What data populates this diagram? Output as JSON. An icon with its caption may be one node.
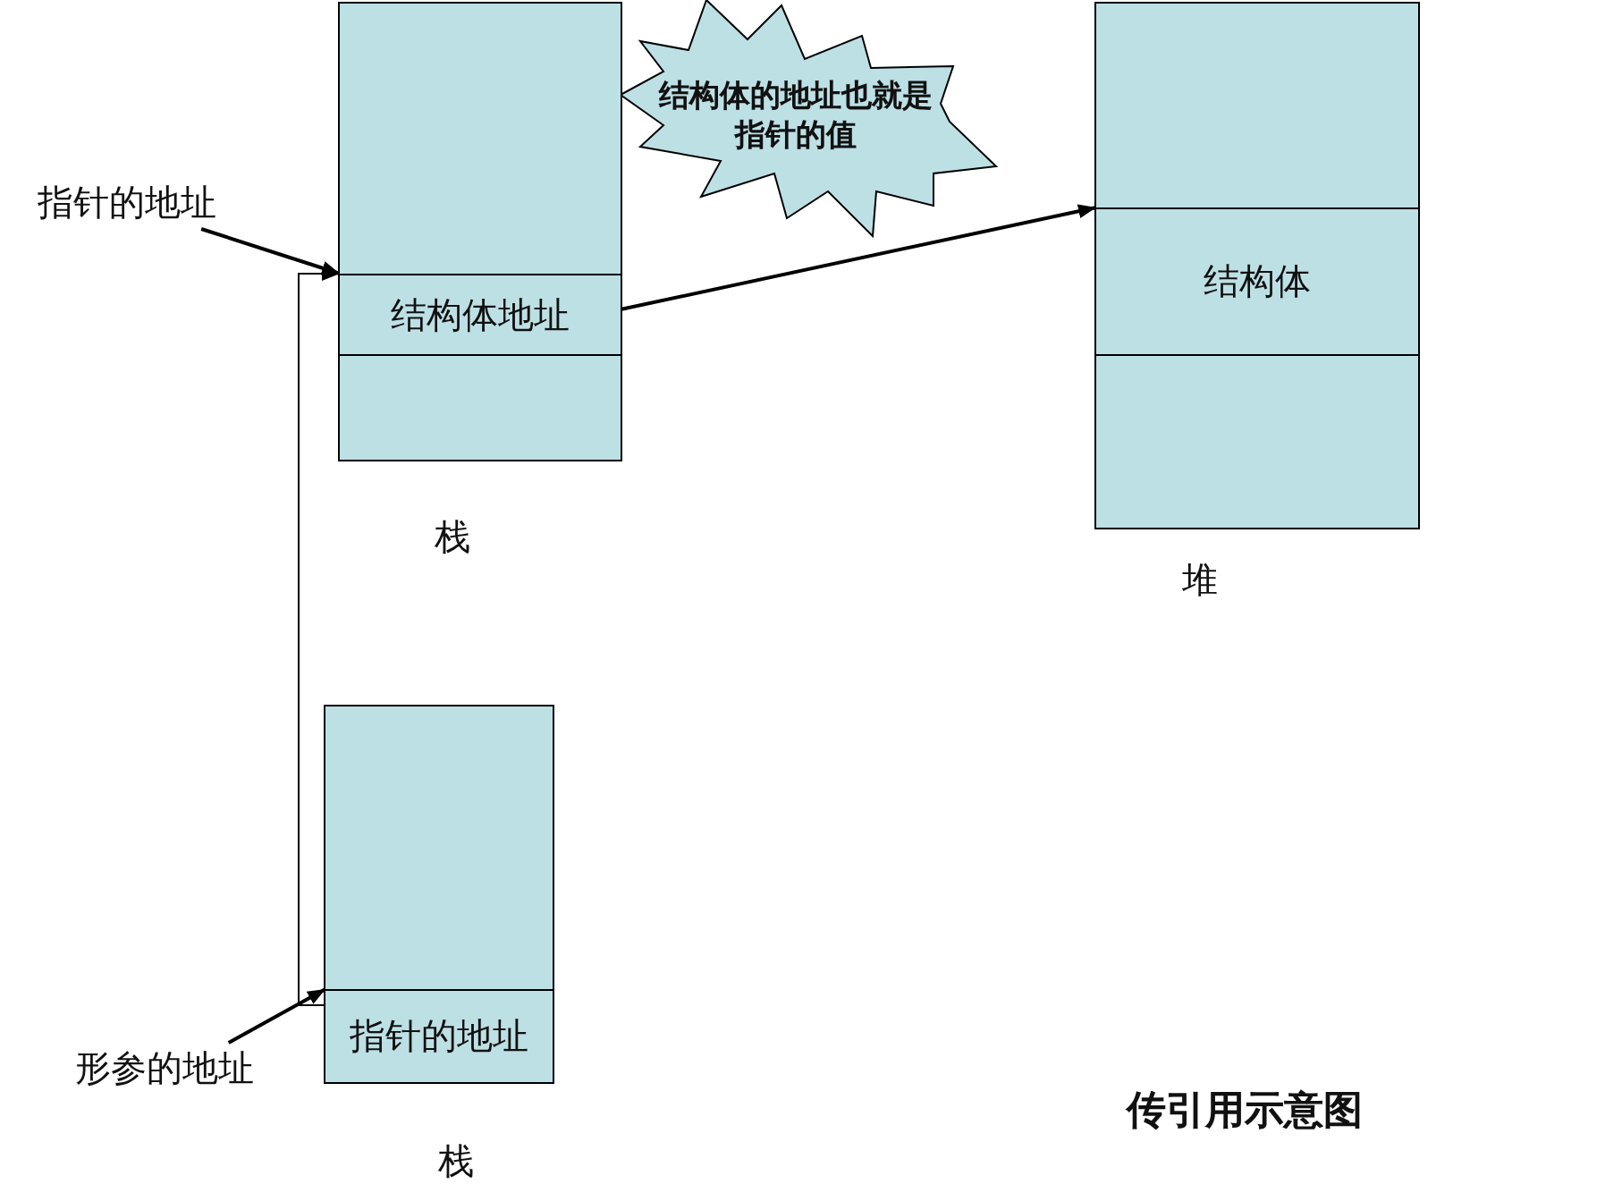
{
  "diagram": {
    "caption": "传引用示意图",
    "nodes": [
      {
        "text": [],
        "shape": "box",
        "beside": [
          "栈"
        ]
      },
      {
        "text": [],
        "shape": "box",
        "in": 0
      },
      {
        "text": [
          "结构体地址"
        ],
        "in": 0
      },
      {
        "text": [],
        "shape": "box",
        "in": 0
      },
      {
        "text": [
          "结构体的地址也就是指针的值"
        ]
      },
      {
        "text": [],
        "shape": "box",
        "beside": [
          "堆"
        ]
      },
      {
        "text": [],
        "shape": "box",
        "in": 5
      },
      {
        "text": [
          "结构体"
        ],
        "in": 5
      },
      {
        "text": [],
        "shape": "box",
        "in": 5
      },
      {
        "text": [
          "指针的地址"
        ]
      },
      {
        "text": [],
        "shape": "box",
        "beside": [
          "栈"
        ]
      },
      {
        "text": [],
        "shape": "box",
        "in": 10
      },
      {
        "text": [
          "指针的地址"
        ],
        "in": 10
      },
      {
        "text": [
          "形参的地址"
        ]
      }
    ],
    "edges": [
      {
        "from": 9,
        "to": 2,
        "arrow": "to"
      },
      {
        "from": 2,
        "to": 7,
        "arrow": "to"
      },
      {
        "from": 12,
        "to": 2,
        "arrow": "to"
      },
      {
        "from": 13,
        "to": 12,
        "arrow": "to"
      }
    ]
  }
}
